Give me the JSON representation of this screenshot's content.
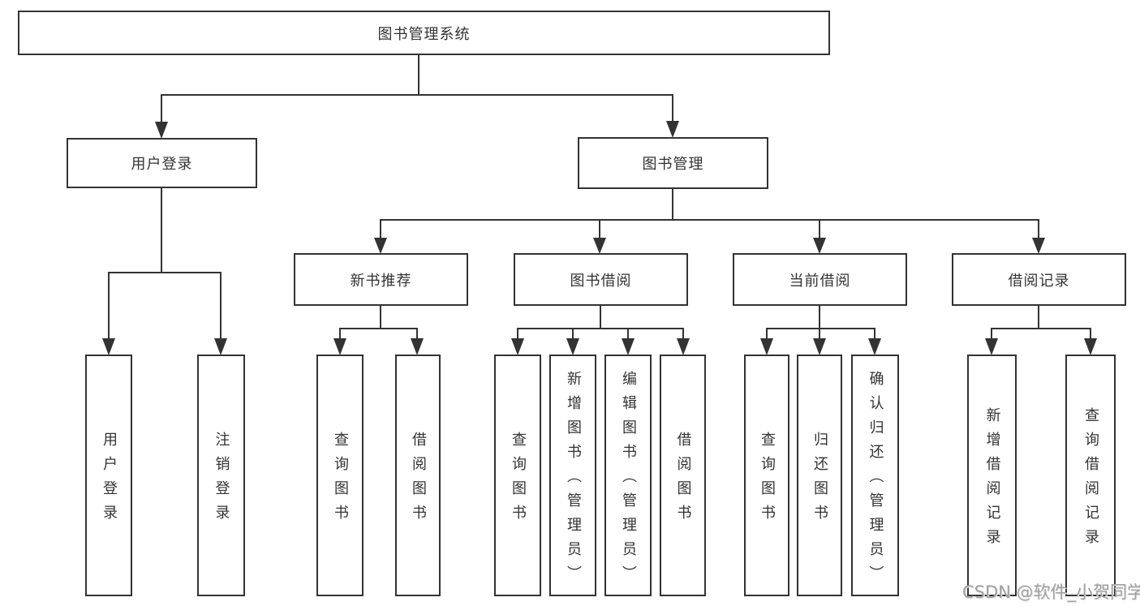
{
  "colors": {
    "line": "#333333",
    "box_border": "#333333",
    "text": "#333333",
    "watermark": "#a0a0a0",
    "background": "#ffffff"
  },
  "watermark": {
    "text": "CSDN @软件_小贺同学"
  },
  "tree": {
    "root": {
      "label": "图书管理系统"
    },
    "branches": [
      {
        "label": "用户登录",
        "children": [
          {
            "label": "用户登录"
          },
          {
            "label": "注销登录"
          }
        ]
      },
      {
        "label": "图书管理",
        "children": [
          {
            "label": "新书推荐",
            "children": [
              {
                "label": "查询图书"
              },
              {
                "label": "借阅图书"
              }
            ]
          },
          {
            "label": "图书借阅",
            "children": [
              {
                "label": "查询图书"
              },
              {
                "label": "新增图书（管理员）"
              },
              {
                "label": "编辑图书（管理员）"
              },
              {
                "label": "借阅图书"
              }
            ]
          },
          {
            "label": "当前借阅",
            "children": [
              {
                "label": "查询图书"
              },
              {
                "label": "归还图书"
              },
              {
                "label": "确认归还（管理员）"
              }
            ]
          },
          {
            "label": "借阅记录",
            "children": [
              {
                "label": "新增借阅记录"
              },
              {
                "label": "查询借阅记录"
              }
            ]
          }
        ]
      }
    ]
  }
}
